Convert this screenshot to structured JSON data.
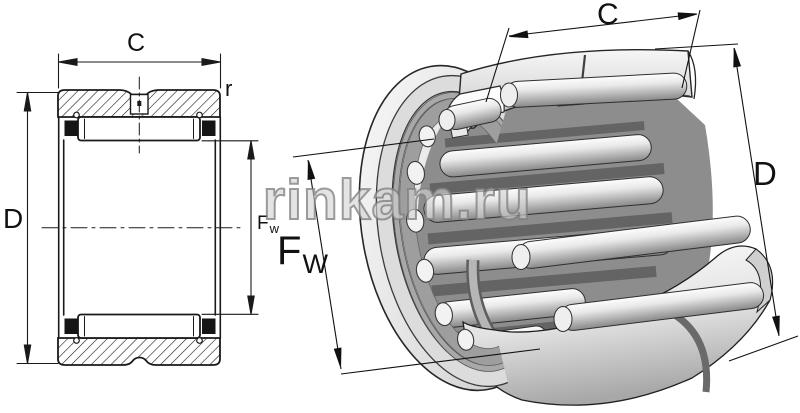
{
  "watermark": {
    "text": "rinkam.ru"
  },
  "section_view": {
    "width_label": "C",
    "radius_label": "r",
    "outer_diameter_label": "D",
    "bore_label": {
      "main": "F",
      "sub": "w"
    }
  },
  "iso_view": {
    "width_label": "C",
    "outer_diameter_label": "D",
    "bore_label": {
      "main": "F",
      "sub": "W"
    }
  },
  "colors": {
    "line": "#1a1a1a",
    "background": "#ffffff",
    "metal_light": "#f2f2f2",
    "metal_shadow": "#c4c4c4",
    "cage_gray": "#9c9c9c",
    "interior_gray": "#8d8d8d",
    "watermark_stroke": "#9a9a9a"
  }
}
